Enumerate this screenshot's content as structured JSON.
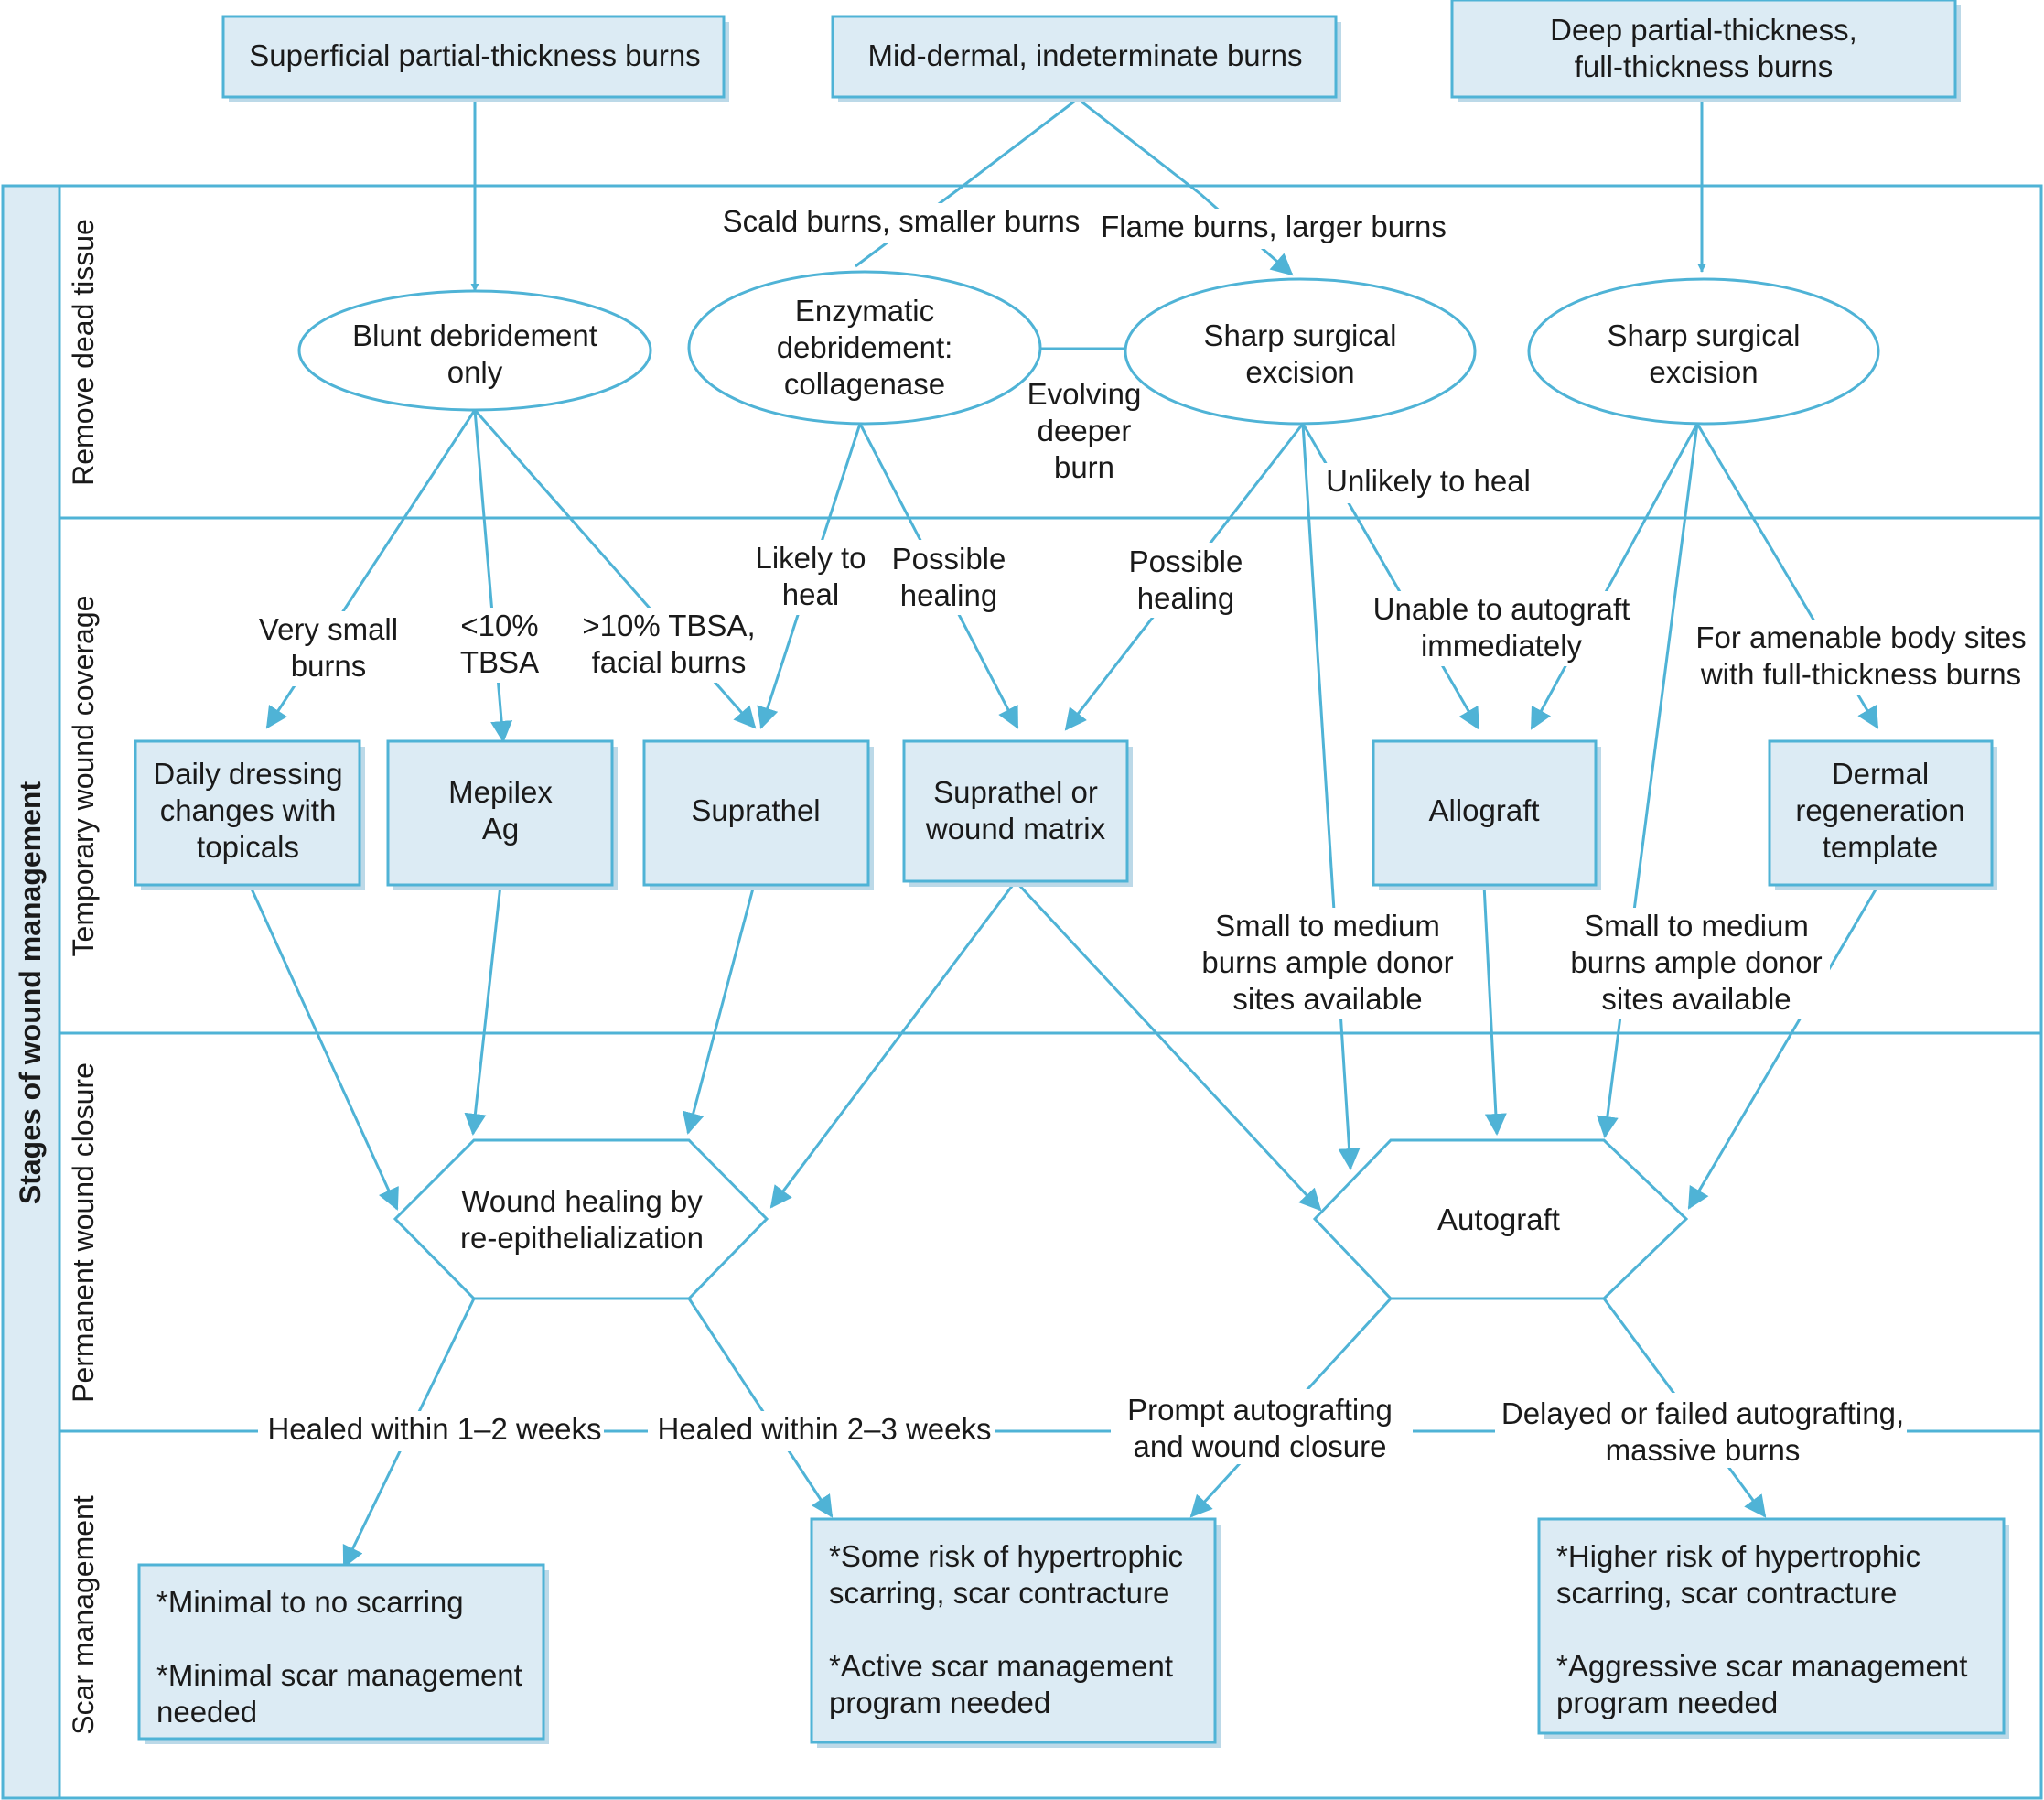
{
  "colors": {
    "line": "#4fb3d6",
    "box_fill": "#dcebf4",
    "shadow": "#bcd9e8",
    "text": "#1a1a1a",
    "background": "#ffffff"
  },
  "stages_title": "Stages of wound management",
  "lanes": {
    "remove": "Remove dead tissue",
    "temporary": "Temporary wound coverage",
    "permanent": "Permanent wound closure",
    "scar": "Scar management"
  },
  "top": {
    "superficial": [
      "Superficial partial-thickness burns"
    ],
    "middermal": [
      "Mid-dermal, indeterminate burns"
    ],
    "deep": [
      "Deep partial-thickness,",
      "full-thickness burns"
    ]
  },
  "ovals": {
    "blunt": [
      "Blunt debridement",
      "only"
    ],
    "enzymatic": [
      "Enzymatic",
      "debridement:",
      "collagenase"
    ],
    "sharp1": [
      "Sharp surgical",
      "excision"
    ],
    "sharp2": [
      "Sharp surgical",
      "excision"
    ]
  },
  "boxes": {
    "daily": [
      "Daily dressing",
      "changes with",
      "topicals"
    ],
    "mepilex": [
      "Mepilex",
      "Ag"
    ],
    "suprathel": [
      "Suprathel"
    ],
    "suprathel_matrix": [
      "Suprathel or",
      "wound matrix"
    ],
    "allograft": [
      "Allograft"
    ],
    "dermal": [
      "Dermal",
      "regeneration",
      "template"
    ]
  },
  "hexagons": {
    "reepi": [
      "Wound healing by",
      "re-epithelialization"
    ],
    "autograft": [
      "Autograft"
    ]
  },
  "edge_labels": {
    "scald": [
      "Scald burns, smaller burns"
    ],
    "flame": [
      "Flame burns, larger burns"
    ],
    "evolving": [
      "Evolving",
      "deeper",
      "burn"
    ],
    "unlikely": [
      "Unlikely to heal"
    ],
    "very_small": [
      "Very small",
      "burns"
    ],
    "lt10": [
      "<10%",
      "TBSA"
    ],
    "gt10": [
      ">10% TBSA,",
      "facial burns"
    ],
    "likely": [
      "Likely to",
      "heal"
    ],
    "possible1": [
      "Possible",
      "healing"
    ],
    "possible2": [
      "Possible",
      "healing"
    ],
    "unable": [
      "Unable to autograft",
      "immediately"
    ],
    "amenable": [
      "For amenable body sites",
      "with full-thickness burns"
    ],
    "small_medium1": [
      "Small to medium",
      "burns ample donor",
      "sites available"
    ],
    "small_medium2": [
      "Small to medium",
      "burns ample donor",
      "sites available"
    ],
    "healed12": [
      "Healed within 1–2 weeks"
    ],
    "healed23": [
      "Healed within 2–3 weeks"
    ],
    "prompt": [
      "Prompt autografting",
      "and wound closure"
    ],
    "delayed": [
      "Delayed or failed autografting,",
      "massive burns"
    ]
  },
  "scar_boxes": {
    "minimal": [
      "*Minimal to no scarring",
      "",
      "*Minimal scar management",
      " needed"
    ],
    "some": [
      "*Some risk of hypertrophic",
      " scarring, scar contracture",
      "",
      "*Active scar management",
      " program needed"
    ],
    "higher": [
      "*Higher risk of hypertrophic",
      " scarring, scar contracture",
      "",
      "*Aggressive scar management",
      " program needed"
    ]
  }
}
